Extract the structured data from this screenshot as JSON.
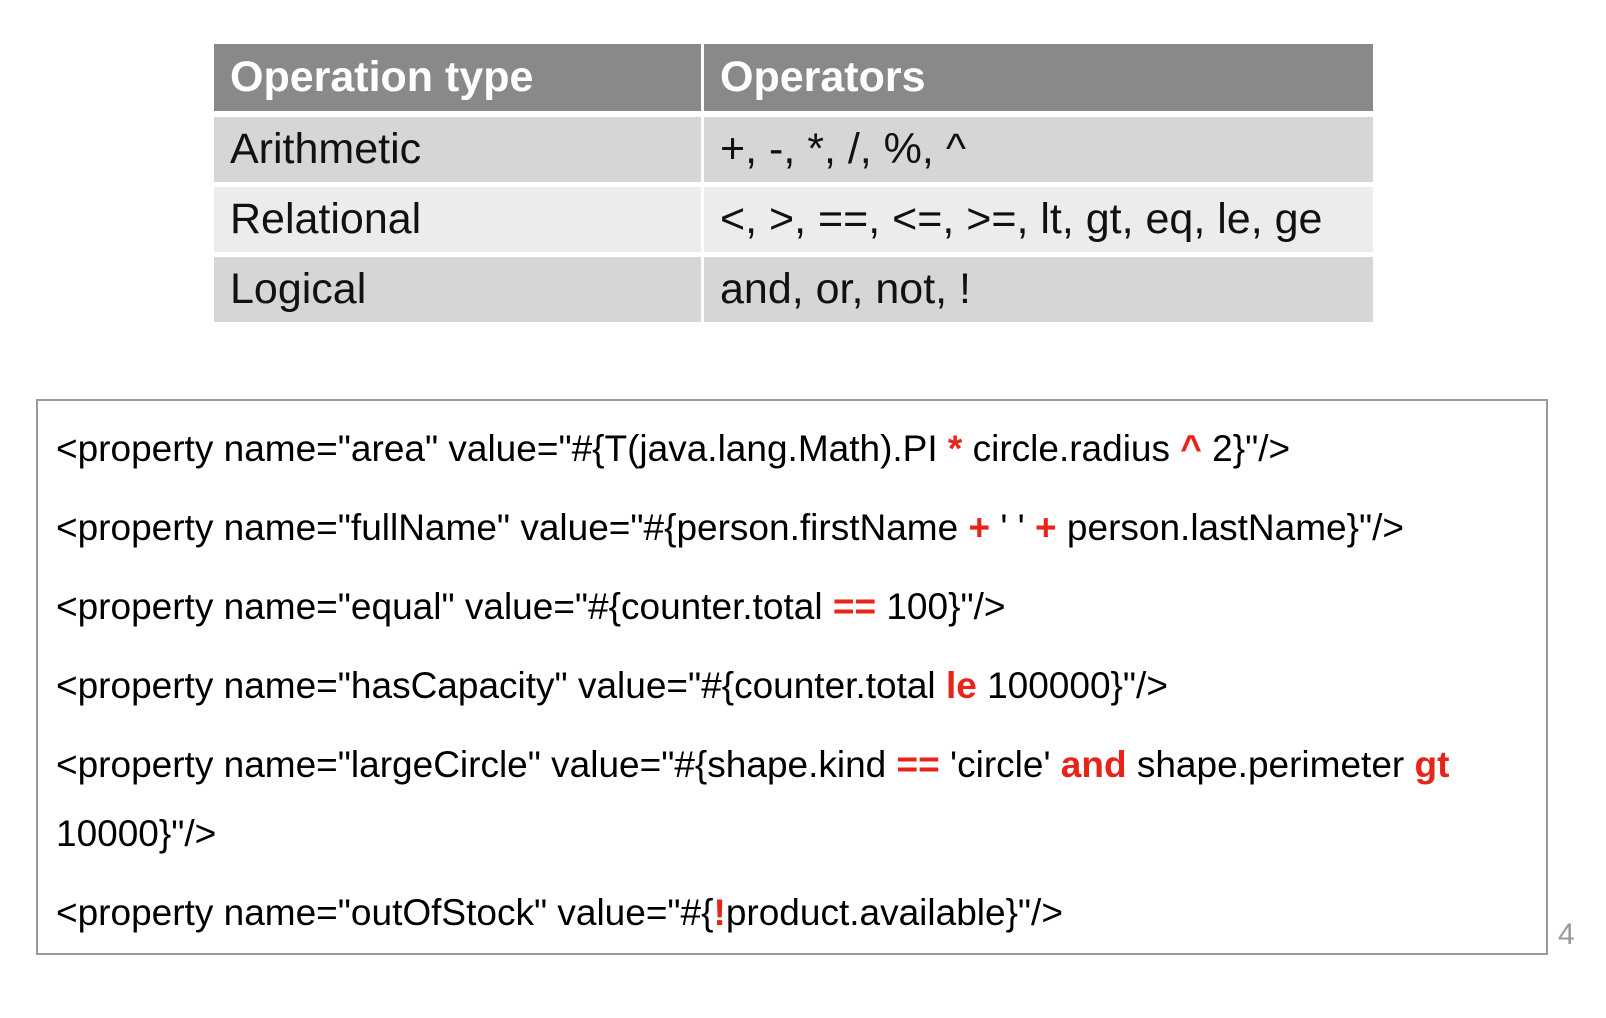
{
  "table": {
    "headers": [
      "Operation type",
      "Operators"
    ],
    "rows": [
      [
        "Arithmetic",
        "+, -, *, /, %, ^"
      ],
      [
        "Relational",
        "<, >, ==, <=, >=, lt, gt, eq, le, ge"
      ],
      [
        "Logical",
        "and, or, not, !"
      ]
    ]
  },
  "code": {
    "lines": [
      {
        "parts": [
          "<property name=\"area\" value=\"#{T(java.lang.Math).PI ",
          "*",
          " circle.radius ",
          "^",
          " 2}\"/>"
        ]
      },
      {
        "parts": [
          "<property name=\"fullName\" value=\"#{person.firstName ",
          "+",
          " ' ' ",
          "+",
          " person.lastName}\"/>"
        ]
      },
      {
        "parts": [
          "<property name=\"equal\" value=\"#{counter.total ",
          "==",
          " 100}\"/>"
        ]
      },
      {
        "parts": [
          "<property name=\"hasCapacity\" value=\"#{counter.total ",
          "le",
          " 100000}\"/>"
        ]
      },
      {
        "parts": [
          "<property name=\"largeCircle\" value=\"#{shape.kind ",
          "==",
          " 'circle' ",
          "and",
          " shape.perimeter ",
          "gt"
        ]
      },
      {
        "parts": [
          "10000}\"/>"
        ]
      },
      {
        "parts": [
          "<property name=\"outOfStock\" value=\"#{",
          "!",
          "product.available}\"/>"
        ]
      }
    ]
  },
  "page_number": "4",
  "colors": {
    "operator_highlight": "#e8231a",
    "header_bg": "#898989",
    "row_dark": "#d6d6d6",
    "row_light": "#ececec"
  }
}
